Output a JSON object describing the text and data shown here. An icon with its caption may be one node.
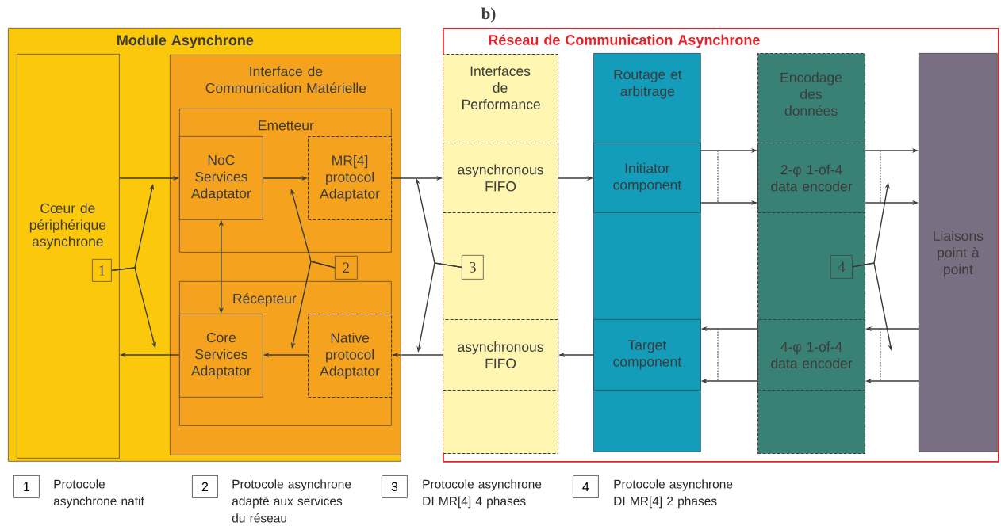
{
  "diagram": {
    "nodes": [
      {
        "text": [
          "Module Asynchrone"
        ]
      },
      {
        "text": [
          "Cœur de périphérique asynchrone"
        ],
        "in": 0
      },
      {
        "text": [
          "Interface de Communication Matérielle"
        ],
        "in": 0
      },
      {
        "text": [
          "Emetteur"
        ],
        "in": 2
      },
      {
        "text": [
          "NoC Services Adaptator"
        ],
        "in": 3
      },
      {
        "text": [
          "MR[4] protocol Adaptator"
        ],
        "in": 3
      },
      {
        "text": [
          "Récepteur"
        ],
        "in": 2
      },
      {
        "text": [
          "Core Services Adaptator"
        ],
        "in": 6
      },
      {
        "text": [
          "Native protocol Adaptator"
        ],
        "in": 6
      },
      {
        "text": [
          "Réseau de Communication Asynchrone"
        ]
      },
      {
        "text": [
          "Interfaces de Performance"
        ],
        "in": 9
      },
      {
        "text": [
          "asynchronous FIFO"
        ],
        "in": 10
      },
      {
        "text": [
          "asynchronous FIFO"
        ],
        "in": 10
      },
      {
        "text": [
          "Routage et arbitrage"
        ],
        "in": 9
      },
      {
        "text": [
          "Initiator component"
        ],
        "in": 13
      },
      {
        "text": [
          "Target component"
        ],
        "in": 13
      },
      {
        "text": [
          "Encodage des données"
        ],
        "in": 9
      },
      {
        "text": [
          "2-φ 1-of-4 data encoder"
        ],
        "in": 16
      },
      {
        "text": [
          "4-φ 1-of-4 data encoder"
        ],
        "in": 16
      },
      {
        "text": [
          "Liaisons point à point"
        ],
        "in": 9
      },
      {
        "text": [
          "1"
        ],
        "in": 1
      },
      {
        "text": [
          "2"
        ],
        "in": 2
      },
      {
        "text": [
          "3"
        ],
        "in": 10
      },
      {
        "text": [
          "4"
        ],
        "in": 16
      }
    ],
    "edges": [
      {
        "from": 1,
        "to": 4,
        "arrow": "to"
      },
      {
        "from": 4,
        "to": 5,
        "arrow": "to"
      },
      {
        "from": 5,
        "to": 11,
        "arrow": "to"
      },
      {
        "from": 11,
        "to": 14,
        "arrow": "to"
      },
      {
        "from": 14,
        "to": 17,
        "arrow": "to"
      },
      {
        "from": 14,
        "to": 17,
        "arrow": "to"
      },
      {
        "from": 17,
        "to": 19,
        "arrow": "to"
      },
      {
        "from": 17,
        "to": 19,
        "arrow": "to"
      },
      {
        "from": 19,
        "to": 18,
        "arrow": "to"
      },
      {
        "from": 19,
        "to": 18,
        "arrow": "to"
      },
      {
        "from": 18,
        "to": 15,
        "arrow": "to"
      },
      {
        "from": 18,
        "to": 15,
        "arrow": "to"
      },
      {
        "from": 15,
        "to": 12,
        "arrow": "to"
      },
      {
        "from": 12,
        "to": 8,
        "arrow": "to"
      },
      {
        "from": 8,
        "to": 7,
        "arrow": "to"
      },
      {
        "from": 7,
        "to": 1,
        "arrow": "to"
      },
      {
        "from": 4,
        "to": 7,
        "arrow": "both"
      },
      {
        "from": 20,
        "to": null,
        "arrow": "to"
      },
      {
        "from": 20,
        "to": null,
        "arrow": "to"
      },
      {
        "from": 21,
        "to": null,
        "arrow": "to"
      },
      {
        "from": 21,
        "to": null,
        "arrow": "to"
      },
      {
        "from": 22,
        "to": null,
        "arrow": "to"
      },
      {
        "from": 22,
        "to": null,
        "arrow": "to"
      },
      {
        "from": 23,
        "to": null,
        "arrow": "to"
      },
      {
        "from": 23,
        "to": null,
        "arrow": "to"
      }
    ],
    "labels": [
      "b)",
      "1",
      "Protocole asynchrone natif",
      "2",
      "Protocole asynchrone adapté aux services du réseau",
      "3",
      "Protocole asynchrone DI MR[4] 4 phases",
      "4",
      "Protocole asynchrone DI MR[4] 2 phases"
    ]
  }
}
